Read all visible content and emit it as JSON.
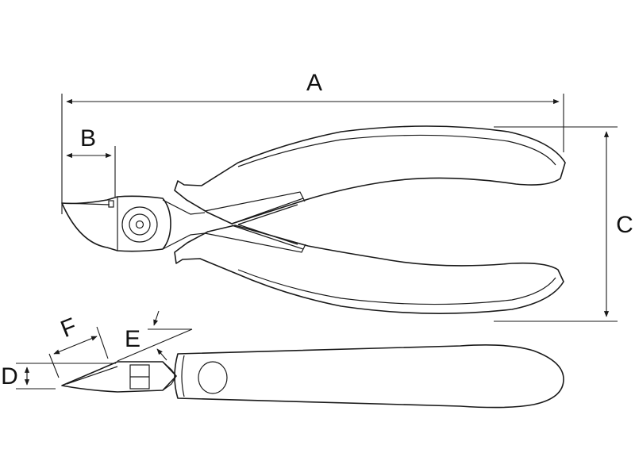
{
  "diagram": {
    "labels": {
      "A": "A",
      "B": "B",
      "C": "C",
      "D": "D",
      "E": "E",
      "F": "F"
    },
    "colors": {
      "line": "#1a1a1a",
      "background": "#ffffff"
    }
  }
}
